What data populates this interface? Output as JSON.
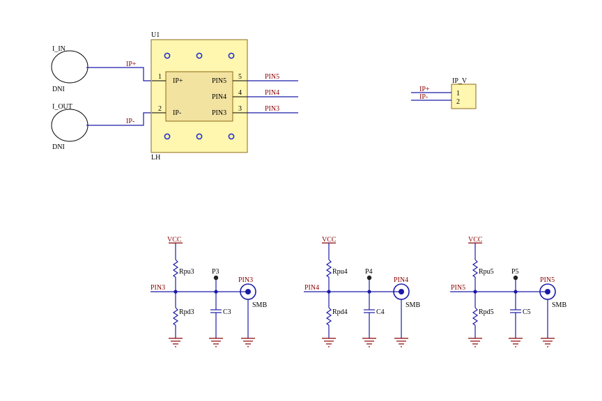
{
  "u1": {
    "ref": "U1",
    "value": "LH",
    "pins_left": [
      {
        "num": "1",
        "name": "IP+"
      },
      {
        "num": "2",
        "name": "IP-"
      }
    ],
    "pins_right": [
      {
        "num": "5",
        "name": "PIN5"
      },
      {
        "num": "4",
        "name": "PIN4"
      },
      {
        "num": "3",
        "name": "PIN3"
      }
    ]
  },
  "connectors": [
    {
      "label": "I_IN",
      "sub": "DNI"
    },
    {
      "label": "I_OUT",
      "sub": "DNI"
    }
  ],
  "nets": {
    "ip_plus": "IP+",
    "ip_minus": "IP-",
    "pin5": "PIN5",
    "pin4": "PIN4",
    "pin3": "PIN3"
  },
  "ip_v": {
    "ref": "IP_V",
    "pins": [
      "1",
      "2"
    ],
    "nets": [
      "IP+",
      "IP-"
    ]
  },
  "channels": [
    {
      "vcc": "VCC",
      "net": "PIN3",
      "rpu": "Rpu3",
      "rpd": "Rpd3",
      "tp": "P3",
      "cap": "C3",
      "smb_net": "PIN3",
      "smb": "SMB"
    },
    {
      "vcc": "VCC",
      "net": "PIN4",
      "rpu": "Rpu4",
      "rpd": "Rpd4",
      "tp": "P4",
      "cap": "C4",
      "smb_net": "PIN4",
      "smb": "SMB"
    },
    {
      "vcc": "VCC",
      "net": "PIN5",
      "rpu": "Rpu5",
      "rpd": "Rpd5",
      "tp": "P5",
      "cap": "C5",
      "smb_net": "PIN5",
      "smb": "SMB"
    }
  ],
  "colors": {
    "wire": "#1a1aa6",
    "net_label": "#8b0000",
    "component_fill": "#fff6b0",
    "component_border": "#8b6a10"
  }
}
